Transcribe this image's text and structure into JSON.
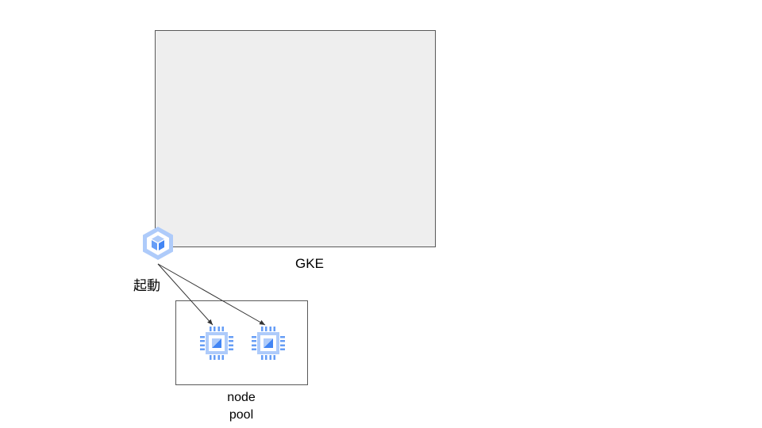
{
  "gke": {
    "label": "GKE"
  },
  "launcher": {
    "label": "起動",
    "icon": "gke-hexagon-cube-icon"
  },
  "node_pool": {
    "label_line1": "node",
    "label_line2": "pool",
    "nodes": [
      {
        "icon": "compute-chip-icon"
      },
      {
        "icon": "compute-chip-icon"
      }
    ]
  },
  "colors": {
    "gke_fill": "#eeeeee",
    "border": "#595959",
    "icon_blue_light": "#aecbfa",
    "icon_blue": "#669df6",
    "icon_blue_dark": "#4285f4"
  }
}
